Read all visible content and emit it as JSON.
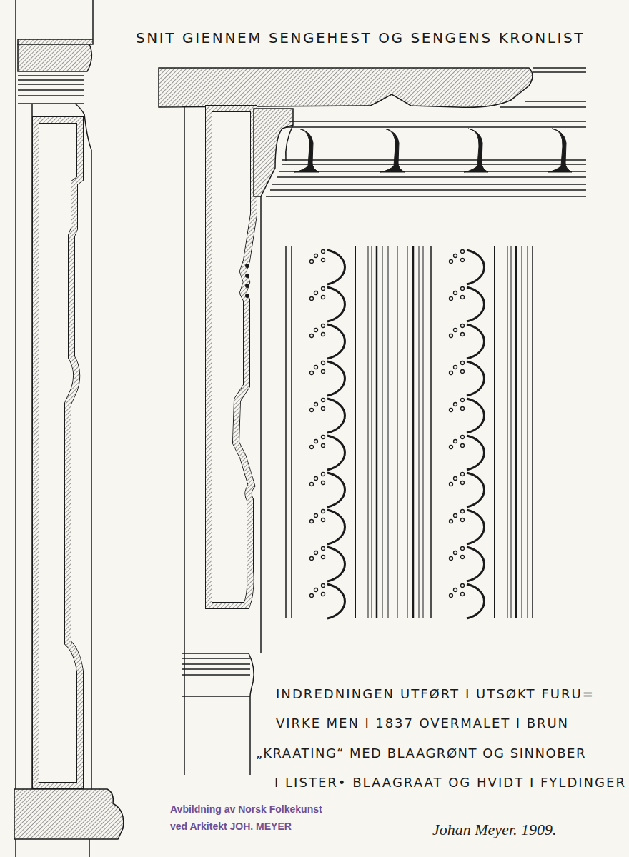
{
  "diagram": {
    "title": "SNIT GIENNEM SENGEHEST OG SENGENS KRONLIST",
    "labels": [
      "INDREDNINGEN UTFØRT I UTSØKT FURU=",
      "VIRKE MEN I 1837 OVERMALET I BRUN",
      "„KRAATING“ MED BLAAGRØNT OG SINNOBER",
      "I LISTER• BLAAGRAAT OG HVIDT I FYLDINGER",
      "Avbildning av Norsk Folkekunst",
      "ved Arkitekt JOH. MEYER",
      "Johan Meyer. 1909."
    ]
  }
}
